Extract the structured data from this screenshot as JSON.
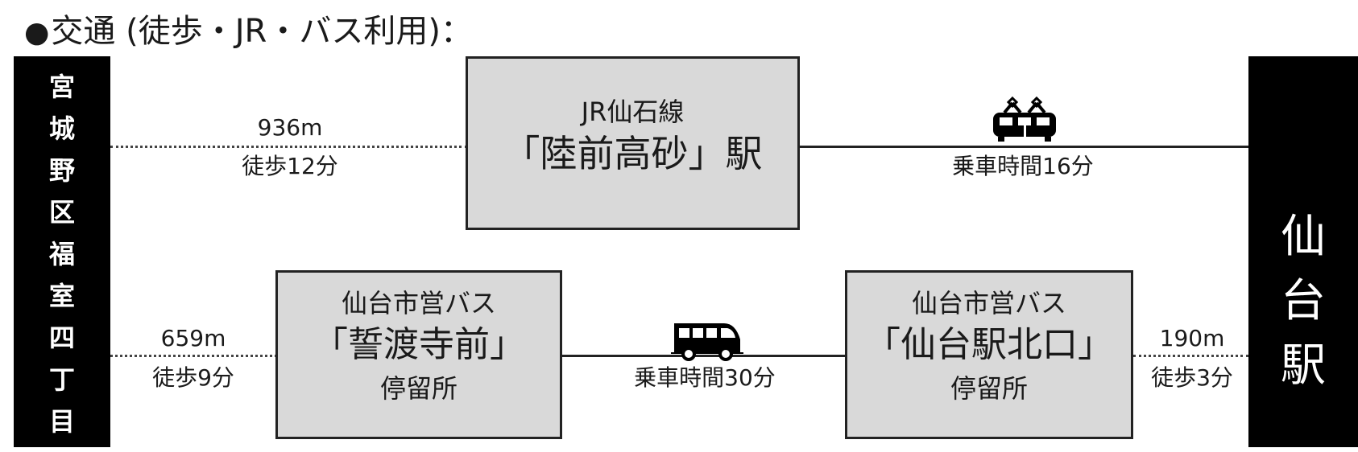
{
  "title": {
    "bullet": "●",
    "text": "交通 (徒歩・JR・バス利用)："
  },
  "origin": [
    "宮",
    "城",
    "野",
    "区",
    "福",
    "室",
    "四",
    "丁",
    "目"
  ],
  "destination": [
    "仙",
    "台",
    "駅"
  ],
  "jr_station": {
    "line": "JR仙石線",
    "name": "「陸前高砂」駅"
  },
  "bus_stop_start": {
    "operator": "仙台市営バス",
    "name": "「誓渡寺前」",
    "suffix": "停留所"
  },
  "bus_stop_end": {
    "operator": "仙台市営バス",
    "name": "「仙台駅北口」",
    "suffix": "停留所"
  },
  "segments": {
    "walk_to_jr": {
      "distance": "936m",
      "time": "徒歩12分"
    },
    "train_ride": {
      "time": "乗車時間16分"
    },
    "walk_to_bus": {
      "distance": "659m",
      "time": "徒歩9分"
    },
    "bus_ride": {
      "time": "乗車時間30分"
    },
    "walk_to_station": {
      "distance": "190m",
      "time": "徒歩3分"
    }
  },
  "icons": {
    "train": "train-icon",
    "bus": "bus-icon"
  },
  "colors": {
    "sidebar": "#000000",
    "box_fill": "#d9d9d9",
    "line": "#222222"
  }
}
